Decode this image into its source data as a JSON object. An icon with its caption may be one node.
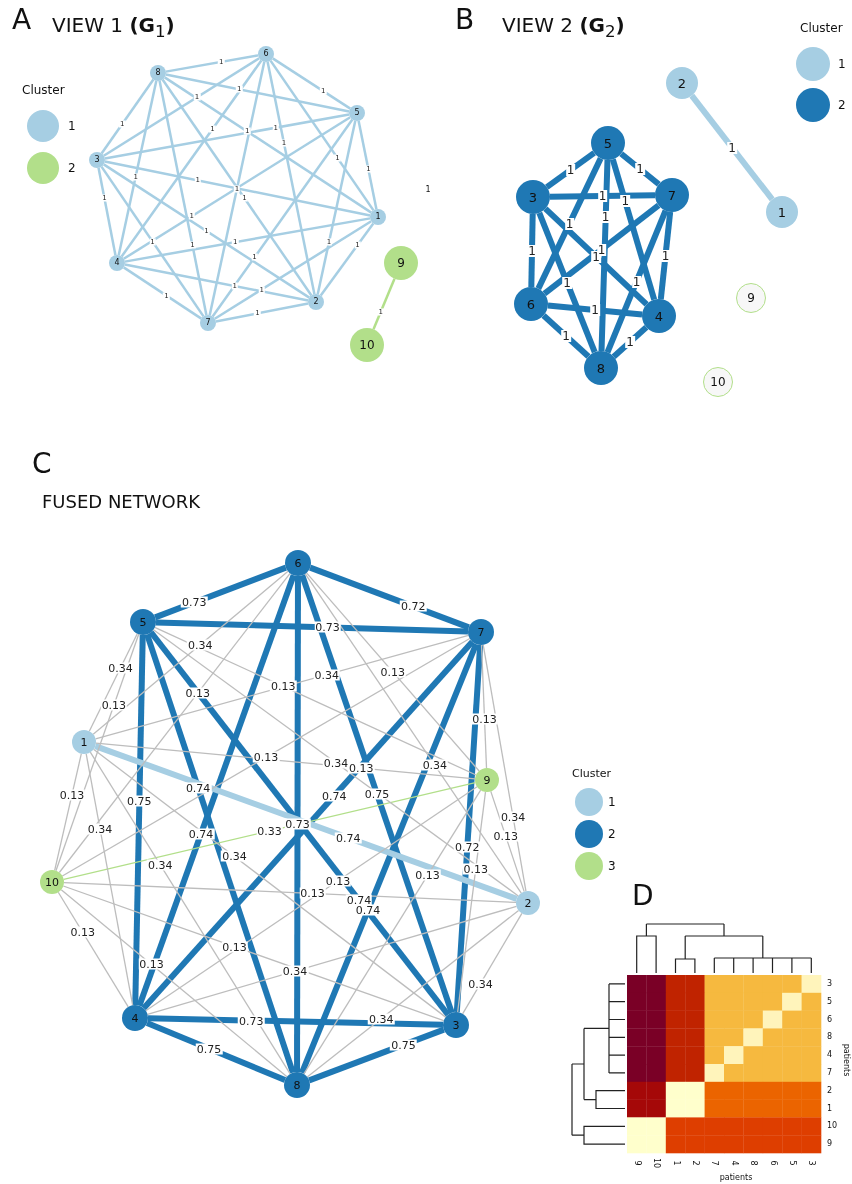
{
  "diagram": {
    "nodes": [
      {
        "text": [
          "1"
        ]
      },
      {
        "text": [
          "2"
        ]
      },
      {
        "text": [
          "3"
        ]
      },
      {
        "text": [
          "4"
        ]
      },
      {
        "text": [
          "5"
        ]
      },
      {
        "text": [
          "6"
        ]
      },
      {
        "text": [
          "7"
        ]
      },
      {
        "text": [
          "8"
        ]
      },
      {
        "text": [
          "9"
        ]
      },
      {
        "text": [
          "10"
        ]
      },
      {
        "text": [
          "1"
        ]
      },
      {
        "text": [
          "2"
        ]
      },
      {
        "text": [
          "3"
        ]
      },
      {
        "text": [
          "4"
        ]
      },
      {
        "text": [
          "5"
        ]
      },
      {
        "text": [
          "6"
        ]
      },
      {
        "text": [
          "7"
        ]
      },
      {
        "text": [
          "8"
        ]
      },
      {
        "text": [
          "9"
        ]
      },
      {
        "text": [
          "10"
        ]
      },
      {
        "text": [
          "1"
        ]
      },
      {
        "text": [
          "2"
        ]
      },
      {
        "text": [
          "3"
        ]
      },
      {
        "text": [
          "4"
        ]
      },
      {
        "text": [
          "5"
        ]
      },
      {
        "text": [
          "6"
        ]
      },
      {
        "text": [
          "7"
        ]
      },
      {
        "text": [
          "8"
        ]
      },
      {
        "text": [
          "9"
        ]
      },
      {
        "text": [
          "10"
        ]
      }
    ],
    "edges": [
      {
        "from": 0,
        "to": 1,
        "arrow": "none",
        "label": "1"
      },
      {
        "from": 0,
        "to": 2,
        "arrow": "none",
        "label": "1"
      },
      {
        "from": 0,
        "to": 3,
        "arrow": "none",
        "label": "1"
      },
      {
        "from": 0,
        "to": 4,
        "arrow": "none",
        "label": "1"
      },
      {
        "from": 0,
        "to": 5,
        "arrow": "none",
        "label": "1"
      },
      {
        "from": 0,
        "to": 6,
        "arrow": "none",
        "label": "1"
      },
      {
        "from": 0,
        "to": 7,
        "arrow": "none",
        "label": "1"
      },
      {
        "from": 1,
        "to": 2,
        "arrow": "none",
        "label": "1"
      },
      {
        "from": 1,
        "to": 3,
        "arrow": "none",
        "label": "1"
      },
      {
        "from": 1,
        "to": 4,
        "arrow": "none",
        "label": "1"
      },
      {
        "from": 1,
        "to": 5,
        "arrow": "none",
        "label": "1"
      },
      {
        "from": 1,
        "to": 6,
        "arrow": "none",
        "label": "1"
      },
      {
        "from": 1,
        "to": 7,
        "arrow": "none",
        "label": "1"
      },
      {
        "from": 2,
        "to": 3,
        "arrow": "none",
        "label": "1"
      },
      {
        "from": 2,
        "to": 4,
        "arrow": "none",
        "label": "1"
      },
      {
        "from": 2,
        "to": 5,
        "arrow": "none",
        "label": "1"
      },
      {
        "from": 2,
        "to": 6,
        "arrow": "none",
        "label": "1"
      },
      {
        "from": 2,
        "to": 7,
        "arrow": "none",
        "label": "1"
      },
      {
        "from": 3,
        "to": 4,
        "arrow": "none",
        "label": "1"
      },
      {
        "from": 3,
        "to": 5,
        "arrow": "none",
        "label": "1"
      },
      {
        "from": 3,
        "to": 6,
        "arrow": "none",
        "label": "1"
      },
      {
        "from": 3,
        "to": 7,
        "arrow": "none",
        "label": "1"
      },
      {
        "from": 4,
        "to": 5,
        "arrow": "none",
        "label": "1"
      },
      {
        "from": 4,
        "to": 6,
        "arrow": "none",
        "label": "1"
      },
      {
        "from": 4,
        "to": 7,
        "arrow": "none",
        "label": "1"
      },
      {
        "from": 5,
        "to": 6,
        "arrow": "none",
        "label": "1"
      },
      {
        "from": 5,
        "to": 7,
        "arrow": "none",
        "label": "1"
      },
      {
        "from": 6,
        "to": 7,
        "arrow": "none",
        "label": "1"
      },
      {
        "from": 8,
        "to": 9,
        "arrow": "none",
        "label": "1",
        "color": "#b2df8a"
      },
      {
        "from": 12,
        "to": 13,
        "arrow": "none",
        "label": "1",
        "style": "thick",
        "color": "#1f78b4"
      },
      {
        "from": 12,
        "to": 14,
        "arrow": "none",
        "label": "1",
        "style": "thick",
        "color": "#1f78b4"
      },
      {
        "from": 12,
        "to": 15,
        "arrow": "none",
        "label": "1",
        "style": "thick",
        "color": "#1f78b4"
      },
      {
        "from": 12,
        "to": 16,
        "arrow": "none",
        "label": "1",
        "style": "thick",
        "color": "#1f78b4"
      },
      {
        "from": 12,
        "to": 17,
        "arrow": "none",
        "label": "1",
        "style": "thick",
        "color": "#1f78b4"
      },
      {
        "from": 13,
        "to": 14,
        "arrow": "none",
        "label": "1",
        "style": "thick",
        "color": "#1f78b4"
      },
      {
        "from": 13,
        "to": 15,
        "arrow": "none",
        "label": "1",
        "style": "thick",
        "color": "#1f78b4"
      },
      {
        "from": 13,
        "to": 16,
        "arrow": "none",
        "label": "1",
        "style": "thick",
        "color": "#1f78b4"
      },
      {
        "from": 13,
        "to": 17,
        "arrow": "none",
        "label": "1",
        "style": "thick",
        "color": "#1f78b4"
      },
      {
        "from": 14,
        "to": 15,
        "arrow": "none",
        "label": "1",
        "style": "thick",
        "color": "#1f78b4"
      },
      {
        "from": 14,
        "to": 16,
        "arrow": "none",
        "label": "1",
        "style": "thick",
        "color": "#1f78b4"
      },
      {
        "from": 14,
        "to": 17,
        "arrow": "none",
        "label": "1",
        "style": "thick",
        "color": "#1f78b4"
      },
      {
        "from": 15,
        "to": 16,
        "arrow": "none",
        "label": "1",
        "style": "thick",
        "color": "#1f78b4"
      },
      {
        "from": 15,
        "to": 17,
        "arrow": "none",
        "label": "1",
        "style": "thick",
        "color": "#1f78b4"
      },
      {
        "from": 16,
        "to": 17,
        "arrow": "none",
        "label": "1",
        "style": "thick",
        "color": "#1f78b4"
      },
      {
        "from": 11,
        "to": 10,
        "arrow": "none",
        "label": "1",
        "style": "thick",
        "color": "#a6cee3"
      },
      {
        "from": 24,
        "to": 25,
        "arrow": "none",
        "label": "0.73",
        "style": "thick",
        "color": "#1f78b4"
      },
      {
        "from": 25,
        "to": 26,
        "arrow": "none",
        "label": "0.72",
        "style": "thick",
        "color": "#1f78b4"
      },
      {
        "from": 24,
        "to": 26,
        "arrow": "none",
        "label": "0.73",
        "style": "thick",
        "color": "#1f78b4"
      },
      {
        "from": 24,
        "to": 23,
        "arrow": "none",
        "label": "0.75",
        "style": "thick",
        "color": "#1f78b4"
      },
      {
        "from": 24,
        "to": 27,
        "arrow": "none",
        "label": "0.74",
        "style": "thick",
        "color": "#1f78b4"
      },
      {
        "from": 24,
        "to": 22,
        "arrow": "none",
        "label": "0.74",
        "style": "thick",
        "color": "#1f78b4"
      },
      {
        "from": 25,
        "to": 23,
        "arrow": "none",
        "label": "0.74",
        "style": "thick",
        "color": "#1f78b4"
      },
      {
        "from": 25,
        "to": 27,
        "arrow": "none",
        "label": "0.73",
        "style": "thick",
        "color": "#1f78b4"
      },
      {
        "from": 25,
        "to": 22,
        "arrow": "none",
        "label": "0.75",
        "style": "thick",
        "color": "#1f78b4"
      },
      {
        "from": 26,
        "to": 23,
        "arrow": "none",
        "label": "0.74",
        "style": "thick",
        "color": "#1f78b4"
      },
      {
        "from": 26,
        "to": 27,
        "arrow": "none",
        "label": "0.74",
        "style": "thick",
        "color": "#1f78b4"
      },
      {
        "from": 26,
        "to": 22,
        "arrow": "none",
        "label": "0.72",
        "style": "thick",
        "color": "#1f78b4"
      },
      {
        "from": 23,
        "to": 27,
        "arrow": "none",
        "label": "0.75",
        "style": "thick",
        "color": "#1f78b4"
      },
      {
        "from": 23,
        "to": 22,
        "arrow": "none",
        "label": "0.73",
        "style": "thick",
        "color": "#1f78b4"
      },
      {
        "from": 27,
        "to": 22,
        "arrow": "none",
        "label": "0.75",
        "style": "thick",
        "color": "#1f78b4"
      },
      {
        "from": 20,
        "to": 21,
        "arrow": "none",
        "label": "0.74",
        "style": "thick",
        "color": "#a6cee3"
      },
      {
        "from": 28,
        "to": 29,
        "arrow": "none",
        "label": "0.33",
        "color": "#b2df8a"
      },
      {
        "from": 20,
        "to": 22,
        "arrow": "none",
        "label": "0.34",
        "color": "#bdbdbd"
      },
      {
        "from": 20,
        "to": 23,
        "arrow": "none",
        "label": "0.34",
        "color": "#bdbdbd"
      },
      {
        "from": 20,
        "to": 24,
        "arrow": "none",
        "label": "0.34",
        "color": "#bdbdbd"
      },
      {
        "from": 20,
        "to": 25,
        "arrow": "none",
        "label": "0.34",
        "color": "#bdbdbd"
      },
      {
        "from": 20,
        "to": 26,
        "arrow": "none",
        "label": "0.34",
        "color": "#bdbdbd"
      },
      {
        "from": 20,
        "to": 27,
        "arrow": "none",
        "label": "0.34",
        "color": "#bdbdbd"
      },
      {
        "from": 21,
        "to": 22,
        "arrow": "none",
        "label": "0.34",
        "color": "#bdbdbd"
      },
      {
        "from": 21,
        "to": 23,
        "arrow": "none",
        "label": "0.34",
        "color": "#bdbdbd"
      },
      {
        "from": 21,
        "to": 24,
        "arrow": "none",
        "label": "0.34",
        "color": "#bdbdbd"
      },
      {
        "from": 21,
        "to": 25,
        "arrow": "none",
        "label": "0.34",
        "color": "#bdbdbd"
      },
      {
        "from": 21,
        "to": 26,
        "arrow": "none",
        "label": "0.34",
        "color": "#bdbdbd"
      },
      {
        "from": 21,
        "to": 27,
        "arrow": "none",
        "label": "0.34",
        "color": "#bdbdbd"
      },
      {
        "from": 28,
        "to": 20,
        "arrow": "none",
        "label": "0.13",
        "color": "#bdbdbd"
      },
      {
        "from": 28,
        "to": 21,
        "arrow": "none",
        "label": "0.13",
        "color": "#bdbdbd"
      },
      {
        "from": 28,
        "to": 22,
        "arrow": "none",
        "label": "0.13",
        "color": "#bdbdbd"
      },
      {
        "from": 28,
        "to": 23,
        "arrow": "none",
        "label": "0.13",
        "color": "#bdbdbd"
      },
      {
        "from": 28,
        "to": 24,
        "arrow": "none",
        "label": "0.13",
        "color": "#bdbdbd"
      },
      {
        "from": 28,
        "to": 25,
        "arrow": "none",
        "label": "0.13",
        "color": "#bdbdbd"
      },
      {
        "from": 28,
        "to": 26,
        "arrow": "none",
        "label": "0.13",
        "color": "#bdbdbd"
      },
      {
        "from": 28,
        "to": 27,
        "arrow": "none",
        "label": "0.13",
        "color": "#bdbdbd"
      },
      {
        "from": 29,
        "to": 20,
        "arrow": "none",
        "label": "0.13",
        "color": "#bdbdbd"
      },
      {
        "from": 29,
        "to": 21,
        "arrow": "none",
        "label": "0.13",
        "color": "#bdbdbd"
      },
      {
        "from": 29,
        "to": 22,
        "arrow": "none",
        "label": "0.13",
        "color": "#bdbdbd"
      },
      {
        "from": 29,
        "to": 23,
        "arrow": "none",
        "label": "0.13",
        "color": "#bdbdbd"
      },
      {
        "from": 29,
        "to": 24,
        "arrow": "none",
        "label": "0.13",
        "color": "#bdbdbd"
      },
      {
        "from": 29,
        "to": 25,
        "arrow": "none",
        "label": "0.13",
        "color": "#bdbdbd"
      },
      {
        "from": 29,
        "to": 26,
        "arrow": "none",
        "label": "0.13",
        "color": "#bdbdbd"
      },
      {
        "from": 29,
        "to": 27,
        "arrow": "none",
        "label": "0.13",
        "color": "#bdbdbd"
      }
    ],
    "labels": [
      "A",
      "VIEW 1 **(G**$_{1}$**)**",
      "Cluster",
      "B",
      "VIEW 2 **(G**$_{2}$**)**",
      "Cluster",
      "1",
      "C",
      "FUSED NETWORK",
      "Cluster",
      "D",
      "3",
      "5",
      "6",
      "8",
      "4",
      "7",
      "2",
      "1",
      "10",
      "9",
      "patients",
      "9",
      "10",
      "1",
      "2",
      "7",
      "4",
      "8",
      "6",
      "5",
      "3",
      "patients"
    ],
    "legend": [
      {
        "text": "1",
        "color": "#a6cee3"
      },
      {
        "text": "2",
        "color": "#b2df8a"
      },
      {
        "text": "1",
        "color": "#a6cee3"
      },
      {
        "text": "2",
        "color": "#1f78b4"
      },
      {
        "text": "1",
        "color": "#a6cee3"
      },
      {
        "text": "2",
        "color": "#1f78b4"
      },
      {
        "text": "3",
        "color": "#b2df8a"
      }
    ]
  }
}
